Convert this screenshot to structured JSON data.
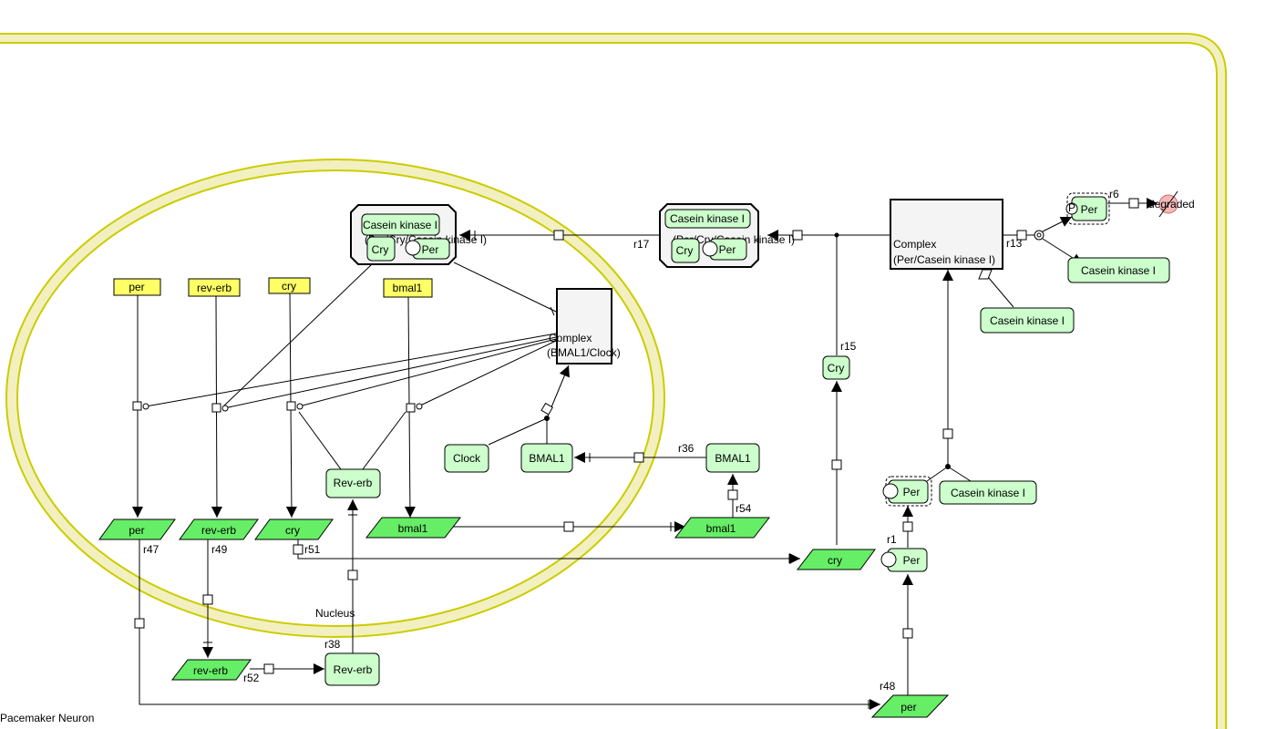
{
  "compartments": {
    "cell": {
      "label": "Pacemaker Neuron",
      "color": "#cccc00",
      "fill": "#f2f0c0"
    },
    "nucleus": {
      "label": "Nucleus",
      "color": "#cccc00",
      "fill": "#f2f0c0"
    }
  },
  "genes": [
    {
      "id": "gene-per",
      "label": "per"
    },
    {
      "id": "gene-rev-erb",
      "label": "rev-erb"
    },
    {
      "id": "gene-cry",
      "label": "cry"
    },
    {
      "id": "gene-bmal1",
      "label": "bmal1"
    }
  ],
  "rnas": {
    "nuc_per": "per",
    "nuc_rev_erb": "rev-erb",
    "nuc_cry": "cry",
    "nuc_bmal1": "bmal1",
    "cyto_bmal1": "bmal1",
    "cyto_cry": "cry",
    "cyto_rev_erb": "rev-erb",
    "cyto_per": "per"
  },
  "proteins": {
    "rev_erb_nuc": "Rev-erb",
    "rev_erb_cyto": "Rev-erb",
    "clock": "Clock",
    "bmal1_nuc": "BMAL1",
    "bmal1_cyto": "BMAL1",
    "cry_cyto": "Cry",
    "per_1": "Per",
    "per_2": "Per",
    "per_p": "Per",
    "ck1_a": "Casein kinase I",
    "ck1_b": "Casein kinase I",
    "ck1_c": "Casein kinase I"
  },
  "complexes": {
    "nuc_complex": {
      "title": "(Per/Cry/Casein kinase I)",
      "members": [
        "Casein kinase I",
        "Cry",
        "Per"
      ]
    },
    "cyto_complex": {
      "title": "(Per/Cry/Casein kinase I)",
      "members": [
        "Casein kinase I",
        "Cry",
        "Per"
      ]
    },
    "bmal_clock": {
      "line1": "Complex",
      "line2": "(BMAL1/Clock)"
    },
    "per_ck": {
      "line1": "Complex",
      "line2": "(Per/Casein kinase I)"
    }
  },
  "modification": {
    "phospho": "P"
  },
  "degraded": {
    "label": "degraded"
  },
  "reactions": {
    "r1": "r1",
    "r6": "r6",
    "r13": "r13",
    "r15": "r15",
    "r17": "r17",
    "r36": "r36",
    "r38": "r38",
    "r47": "r47",
    "r48": "r48",
    "r49": "r49",
    "r51": "r51",
    "r52": "r52",
    "r54": "r54"
  }
}
